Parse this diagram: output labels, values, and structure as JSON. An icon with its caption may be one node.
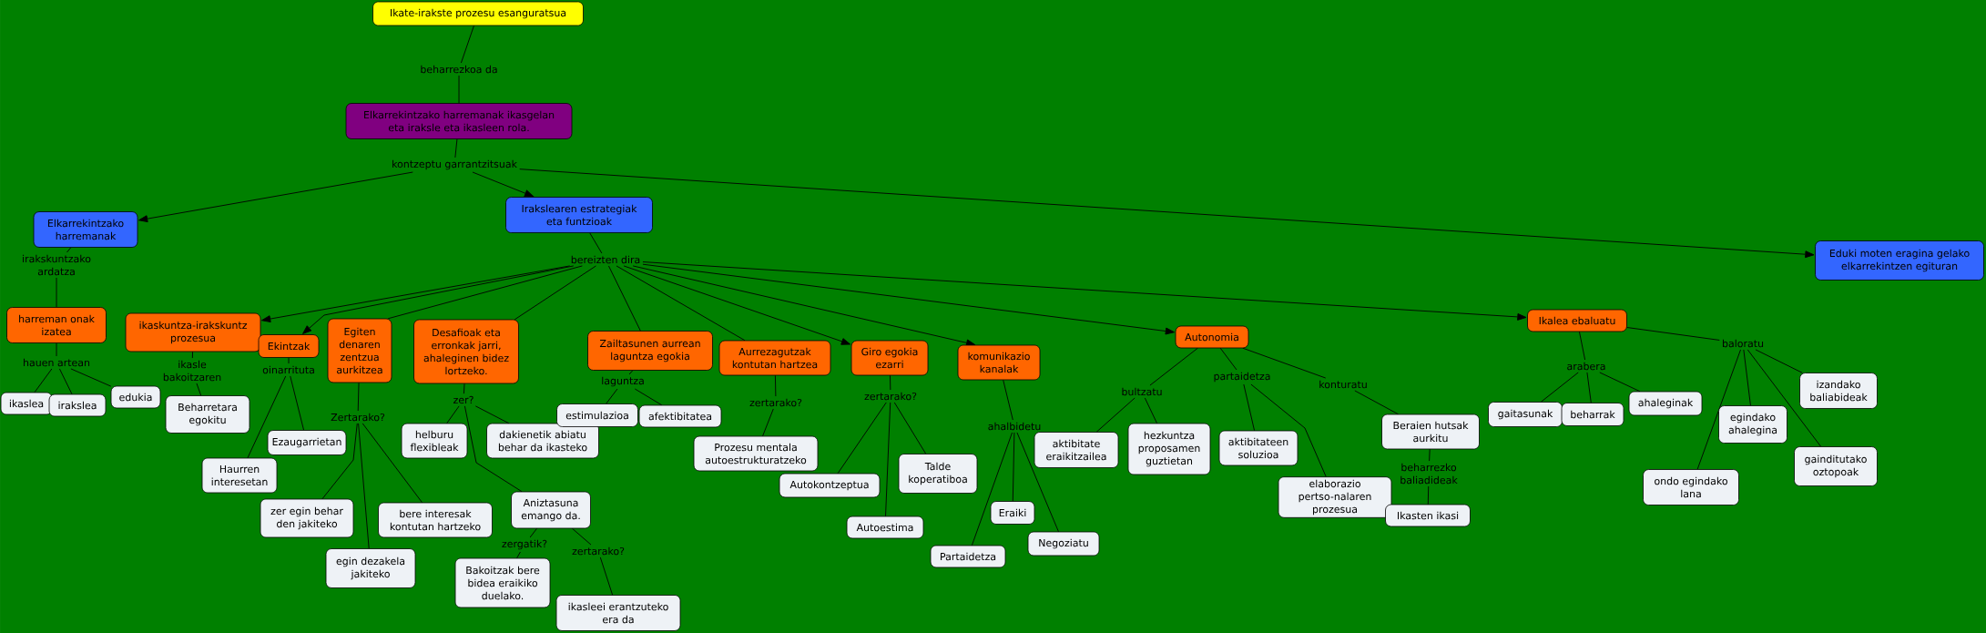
{
  "diagram": {
    "nodes": [
      {
        "text": [
          "Ikate-irakste prozesu esanguratsua"
        ]
      },
      {
        "text": [
          "beharrezkoa da"
        ]
      },
      {
        "text": [
          "Elkarrekintzako harremanak ikasgelan eta iraksle eta ikasleen rola."
        ]
      },
      {
        "text": [
          "kontzeptu garrantzitsuak"
        ]
      },
      {
        "text": [
          "Elkarrekintzako harremanak"
        ]
      },
      {
        "text": [
          "Irakslearen estrategiak eta funtzioak"
        ]
      },
      {
        "text": [
          "Eduki moten eragina gelako elkarrekintzen egituran"
        ]
      },
      {
        "text": [
          "irakskuntzako ardatza"
        ]
      },
      {
        "text": [
          "harreman onak izatea"
        ]
      },
      {
        "text": [
          "hauen artean"
        ]
      },
      {
        "text": [
          "ikaslea"
        ]
      },
      {
        "text": [
          "irakslea"
        ]
      },
      {
        "text": [
          "edukia"
        ]
      },
      {
        "text": [
          "bereizten dira"
        ]
      },
      {
        "text": [
          "ikaskuntza-irakskuntz prozesua"
        ]
      },
      {
        "text": [
          "ikasle bakoitzaren"
        ]
      },
      {
        "text": [
          "Beharretara egokitu"
        ]
      },
      {
        "text": [
          "Ekintzak"
        ]
      },
      {
        "text": [
          "oinarrituta"
        ]
      },
      {
        "text": [
          "Haurren interesetan"
        ]
      },
      {
        "text": [
          "Ezaugarrietan"
        ]
      },
      {
        "text": [
          "Egiten denaren zentzua aurkitzea"
        ]
      },
      {
        "text": [
          "Zertarako?"
        ]
      },
      {
        "text": [
          "zer egin behar den jakiteko"
        ]
      },
      {
        "text": [
          "egin dezakela jakiteko"
        ]
      },
      {
        "text": [
          "bere interesak kontutan hartzeko"
        ]
      },
      {
        "text": [
          "Desafioak eta erronkak jarri, ahaleginen bidez lortzeko."
        ]
      },
      {
        "text": [
          "zer?"
        ]
      },
      {
        "text": [
          "helburu flexibleak"
        ]
      },
      {
        "text": [
          "dakienetik abiatu behar da ikasteko"
        ]
      },
      {
        "text": [
          "Aniztasuna emango da."
        ]
      },
      {
        "text": [
          "zergatik?"
        ]
      },
      {
        "text": [
          "Bakoitzak bere bidea eraikiko duelako."
        ]
      },
      {
        "text": [
          "zertarako?"
        ]
      },
      {
        "text": [
          "ikasleei erantzuteko era da"
        ]
      },
      {
        "text": [
          "Zailtasunen aurrean laguntza egokia"
        ]
      },
      {
        "text": [
          "laguntza"
        ]
      },
      {
        "text": [
          "estimulazioa"
        ]
      },
      {
        "text": [
          "afektibitatea"
        ]
      },
      {
        "text": [
          "Aurrezagutzak kontutan hartzea"
        ]
      },
      {
        "text": [
          "zertarako?"
        ]
      },
      {
        "text": [
          "Prozesu mentala autoestrukturatzeko"
        ]
      },
      {
        "text": [
          "Giro egokia ezarri"
        ]
      },
      {
        "text": [
          "zertarako?"
        ]
      },
      {
        "text": [
          "Autokontzeptua"
        ]
      },
      {
        "text": [
          "Autoestima"
        ]
      },
      {
        "text": [
          "Talde koperatiboa"
        ]
      },
      {
        "text": [
          "komunikazio kanalak"
        ]
      },
      {
        "text": [
          "ahalbidetu"
        ]
      },
      {
        "text": [
          "Partaidetza"
        ]
      },
      {
        "text": [
          "Eraiki"
        ]
      },
      {
        "text": [
          "Negoziatu"
        ]
      },
      {
        "text": [
          "Autonomia"
        ]
      },
      {
        "text": [
          "bultzatu"
        ]
      },
      {
        "text": [
          "aktibitate eraikitzailea"
        ]
      },
      {
        "text": [
          "hezkuntza proposamen guztietan"
        ]
      },
      {
        "text": [
          "partaidetza"
        ]
      },
      {
        "text": [
          "aktibitateen soluzioa"
        ]
      },
      {
        "text": [
          "elaborazio pertso-nalaren prozesua"
        ]
      },
      {
        "text": [
          "konturatu"
        ]
      },
      {
        "text": [
          "Beraien hutsak aurkitu"
        ]
      },
      {
        "text": [
          "beharrezko baliadideak"
        ]
      },
      {
        "text": [
          "Ikasten ikasi"
        ]
      },
      {
        "text": [
          "Ikalea ebaluatu"
        ]
      },
      {
        "text": [
          "arabera"
        ]
      },
      {
        "text": [
          "gaitasunak"
        ]
      },
      {
        "text": [
          "beharrak"
        ]
      },
      {
        "text": [
          "ahaleginak"
        ]
      },
      {
        "text": [
          "baloratu"
        ]
      },
      {
        "text": [
          "ondo egindako lana"
        ]
      },
      {
        "text": [
          "egindako ahalegina"
        ]
      },
      {
        "text": [
          "gainditutako oztopoak"
        ]
      },
      {
        "text": [
          "izandako baliabideak"
        ]
      }
    ],
    "edges": [
      {
        "from": 0,
        "to": 1,
        "arrow": "none"
      },
      {
        "from": 1,
        "to": 2,
        "arrow": "none"
      },
      {
        "from": 2,
        "to": 3,
        "arrow": "none"
      },
      {
        "from": 3,
        "to": 4,
        "arrow": "to"
      },
      {
        "from": 3,
        "to": 5,
        "arrow": "to"
      },
      {
        "from": 3,
        "to": 6,
        "arrow": "to"
      },
      {
        "from": 4,
        "to": 7,
        "arrow": "none"
      },
      {
        "from": 7,
        "to": 8,
        "arrow": "none"
      },
      {
        "from": 8,
        "to": 9,
        "arrow": "none"
      },
      {
        "from": 9,
        "to": 10,
        "arrow": "none"
      },
      {
        "from": 9,
        "to": 11,
        "arrow": "none"
      },
      {
        "from": 9,
        "to": 12,
        "arrow": "none"
      },
      {
        "from": 5,
        "to": 13,
        "arrow": "none"
      },
      {
        "from": 13,
        "to": 14,
        "arrow": "to"
      },
      {
        "from": 14,
        "to": 15,
        "arrow": "none"
      },
      {
        "from": 15,
        "to": 16,
        "arrow": "none"
      },
      {
        "from": 13,
        "to": 17,
        "arrow": "to"
      },
      {
        "from": 17,
        "to": 18,
        "arrow": "none"
      },
      {
        "from": 18,
        "to": 19,
        "arrow": "none"
      },
      {
        "from": 18,
        "to": 20,
        "arrow": "none"
      },
      {
        "from": 13,
        "to": 21,
        "arrow": "none"
      },
      {
        "from": 21,
        "to": 22,
        "arrow": "none"
      },
      {
        "from": 22,
        "to": 23,
        "arrow": "none"
      },
      {
        "from": 22,
        "to": 24,
        "arrow": "none"
      },
      {
        "from": 22,
        "to": 25,
        "arrow": "none"
      },
      {
        "from": 13,
        "to": 26,
        "arrow": "none"
      },
      {
        "from": 26,
        "to": 27,
        "arrow": "none"
      },
      {
        "from": 27,
        "to": 28,
        "arrow": "none"
      },
      {
        "from": 27,
        "to": 29,
        "arrow": "none"
      },
      {
        "from": 27,
        "to": 30,
        "arrow": "none"
      },
      {
        "from": 30,
        "to": 31,
        "arrow": "none"
      },
      {
        "from": 31,
        "to": 32,
        "arrow": "none"
      },
      {
        "from": 30,
        "to": 33,
        "arrow": "none"
      },
      {
        "from": 33,
        "to": 34,
        "arrow": "none"
      },
      {
        "from": 13,
        "to": 35,
        "arrow": "none"
      },
      {
        "from": 35,
        "to": 36,
        "arrow": "none"
      },
      {
        "from": 36,
        "to": 37,
        "arrow": "none"
      },
      {
        "from": 36,
        "to": 38,
        "arrow": "none"
      },
      {
        "from": 13,
        "to": 39,
        "arrow": "none"
      },
      {
        "from": 39,
        "to": 40,
        "arrow": "none"
      },
      {
        "from": 40,
        "to": 41,
        "arrow": "none"
      },
      {
        "from": 13,
        "to": 42,
        "arrow": "to"
      },
      {
        "from": 42,
        "to": 43,
        "arrow": "none"
      },
      {
        "from": 43,
        "to": 44,
        "arrow": "none"
      },
      {
        "from": 43,
        "to": 45,
        "arrow": "none"
      },
      {
        "from": 43,
        "to": 46,
        "arrow": "none"
      },
      {
        "from": 13,
        "to": 47,
        "arrow": "to"
      },
      {
        "from": 47,
        "to": 48,
        "arrow": "none"
      },
      {
        "from": 48,
        "to": 49,
        "arrow": "none"
      },
      {
        "from": 48,
        "to": 50,
        "arrow": "none"
      },
      {
        "from": 48,
        "to": 51,
        "arrow": "none"
      },
      {
        "from": 13,
        "to": 52,
        "arrow": "to"
      },
      {
        "from": 52,
        "to": 53,
        "arrow": "none"
      },
      {
        "from": 53,
        "to": 54,
        "arrow": "none"
      },
      {
        "from": 53,
        "to": 55,
        "arrow": "none"
      },
      {
        "from": 52,
        "to": 56,
        "arrow": "none"
      },
      {
        "from": 56,
        "to": 57,
        "arrow": "none"
      },
      {
        "from": 56,
        "to": 58,
        "arrow": "none"
      },
      {
        "from": 52,
        "to": 59,
        "arrow": "none"
      },
      {
        "from": 59,
        "to": 60,
        "arrow": "none"
      },
      {
        "from": 60,
        "to": 61,
        "arrow": "none"
      },
      {
        "from": 61,
        "to": 62,
        "arrow": "none"
      },
      {
        "from": 13,
        "to": 63,
        "arrow": "to"
      },
      {
        "from": 63,
        "to": 64,
        "arrow": "none"
      },
      {
        "from": 64,
        "to": 65,
        "arrow": "none"
      },
      {
        "from": 64,
        "to": 66,
        "arrow": "none"
      },
      {
        "from": 64,
        "to": 67,
        "arrow": "none"
      },
      {
        "from": 63,
        "to": 68,
        "arrow": "none"
      },
      {
        "from": 68,
        "to": 69,
        "arrow": "none"
      },
      {
        "from": 68,
        "to": 70,
        "arrow": "none"
      },
      {
        "from": 68,
        "to": 71,
        "arrow": "none"
      },
      {
        "from": 68,
        "to": 72,
        "arrow": "none"
      }
    ]
  }
}
